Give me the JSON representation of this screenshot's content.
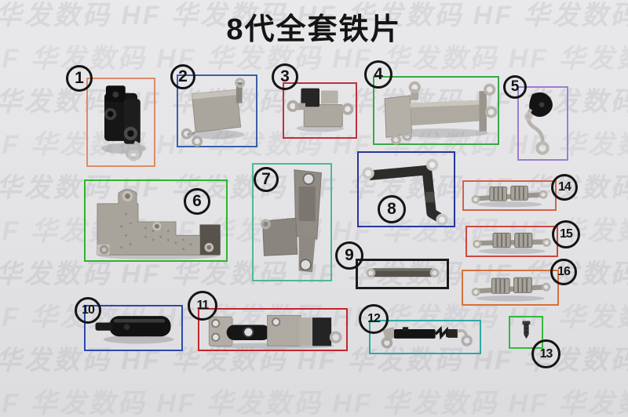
{
  "title": "8代全套铁片",
  "watermark": {
    "text": "HF 华发数码 HF 华发数码 HF 华发数码 HF 华发数码 HF 华发数码"
  },
  "parts": [
    {
      "label": "1",
      "color": "#dd8a6a"
    },
    {
      "label": "2",
      "color": "#3a5fa8"
    },
    {
      "label": "3",
      "color": "#c0303d"
    },
    {
      "label": "4",
      "color": "#3aa648"
    },
    {
      "label": "5",
      "color": "#9a7fd0"
    },
    {
      "label": "6",
      "color": "#2eb42e"
    },
    {
      "label": "7",
      "color": "#4cb89c"
    },
    {
      "label": "8",
      "color": "#27359b"
    },
    {
      "label": "9",
      "color": "#1c1c1c"
    },
    {
      "label": "10",
      "color": "#2c49ae"
    },
    {
      "label": "11",
      "color": "#c2262e"
    },
    {
      "label": "12",
      "color": "#2caaa4"
    },
    {
      "label": "13",
      "color": "#35b83c"
    },
    {
      "label": "14",
      "color": "#d4614a"
    },
    {
      "label": "15",
      "color": "#cc4840"
    },
    {
      "label": "16",
      "color": "#d4713d"
    }
  ]
}
